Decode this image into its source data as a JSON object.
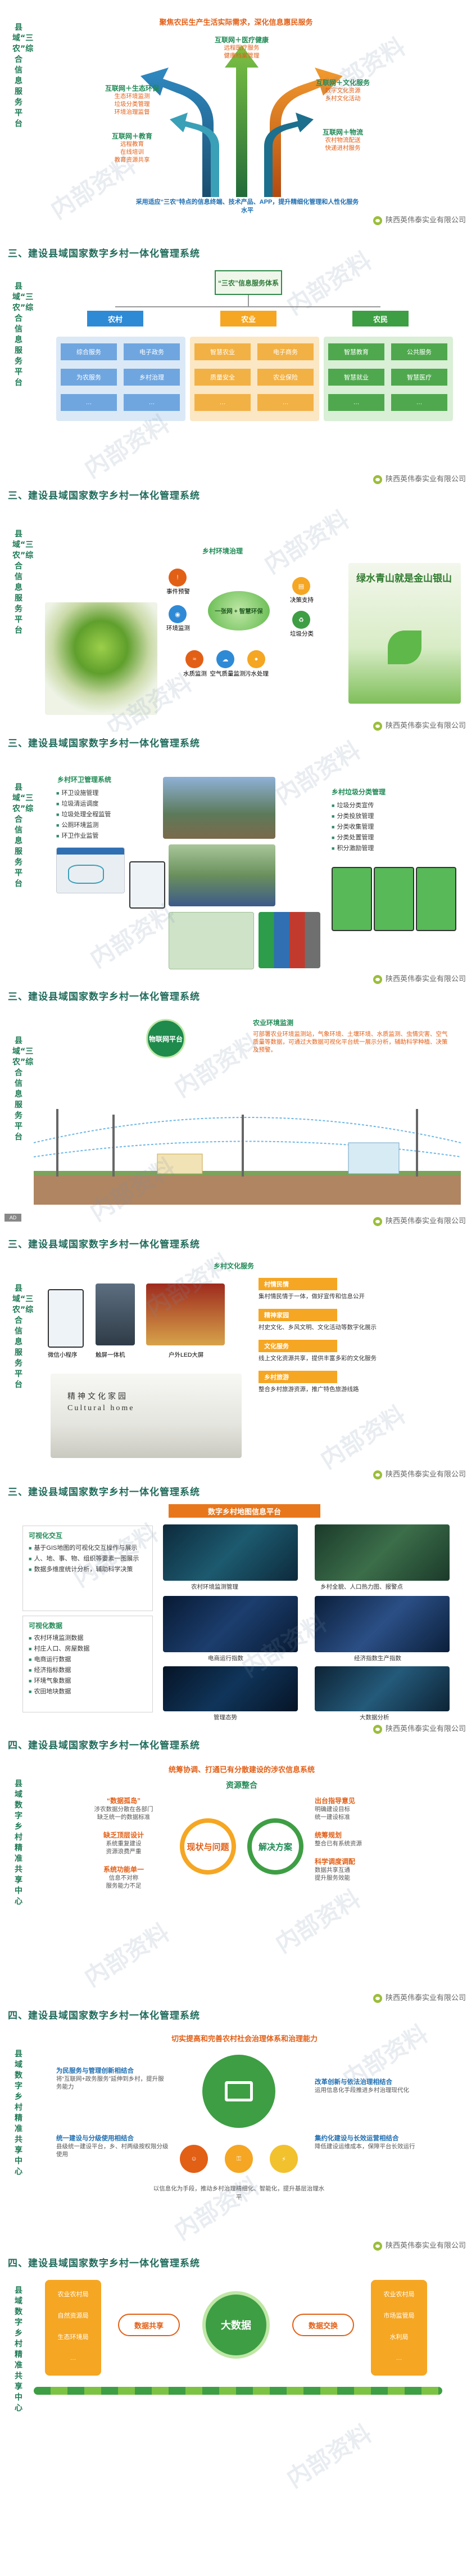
{
  "company": "陕西英伟泰实业有限公司",
  "watermark": "内部资料",
  "ad_badge": "AD",
  "vtitle_a": "县域“三农”综合信息服务平台",
  "vtitle_b": "县域数字乡村精准共享中心",
  "title_three": "三、建设县域国家数字乡村一体化管理系统",
  "title_four": "四、建设县域国家数字乡村一体化管理系统",
  "s1": {
    "headline": "聚焦农民生产生活实际需求，深化信息惠民服务",
    "left": [
      {
        "title": "互联网＋生态环保",
        "sub": [
          "生态环境监测",
          "垃圾分类管理",
          "环境治理监督"
        ]
      },
      {
        "title": "互联网＋教育",
        "sub": [
          "远程教育",
          "在线培训",
          "教育资源共享"
        ]
      }
    ],
    "top": {
      "title": "互联网＋医疗健康",
      "sub": [
        "远程医疗服务",
        "健康档案管理"
      ]
    },
    "right": [
      {
        "title": "互联网＋文化服务",
        "sub": [
          "数字文化资源",
          "乡村文化活动"
        ]
      },
      {
        "title": "互联网＋物流",
        "sub": [
          "农村物流配送",
          "快递进村服务"
        ]
      }
    ],
    "bottom": "采用适应“三农”特点的信息终端、技术产品、APP，提升精细化管理和人性化服务水平"
  },
  "s2": {
    "hub": "“三农”信息服务体系",
    "cats": [
      "农村",
      "农业",
      "农民"
    ],
    "rows": [
      [
        "综合服务",
        "电子政务",
        "智慧农业",
        "电子商务",
        "智慧教育",
        "公共服务"
      ],
      [
        "为农服务",
        "乡村治理",
        "质量安全",
        "农业保险",
        "智慧就业",
        "智慧医疗"
      ],
      [
        "…",
        "…",
        "…",
        "…",
        "…",
        "…"
      ]
    ]
  },
  "s3": {
    "label": "乡村环境治理",
    "hub": "一张网 + 智慧环保",
    "nodes": [
      "事件预警",
      "环境监测",
      "决策支持",
      "垃圾分类",
      "水质监测",
      "空气质量监测",
      "污水处理"
    ],
    "poster": "绿水青山就是金山银山"
  },
  "s4": {
    "left_title": "乡村环卫管理系统",
    "left_items": [
      "环卫设施管理",
      "垃圾清运调度",
      "垃圾处理全程监管",
      "公厕环境监测",
      "环卫作业监管"
    ],
    "right_title": "乡村垃圾分类管理",
    "right_items": [
      "垃圾分类宣传",
      "分类投放管理",
      "分类收集管理",
      "分类处置管理",
      "积分激励管理"
    ]
  },
  "s5": {
    "iot": "物联网平台",
    "label": "农业环境监测",
    "desc": "可部署农业环境监测站，气象环境、土壤环境、水质监测、虫情灾害、空气质量等数据，可通过大数据可视化平台统一展示分析，辅助科学种植、决策及预警。"
  },
  "s6": {
    "label": "乡村文化服务",
    "items": [
      "村情民情",
      "精神家园",
      "文化服务",
      "乡村旅游"
    ],
    "descs": [
      "集村情民情于一体，做好宣传和信息公开",
      "村史文化、乡风文明、文化活动等数字化展示",
      "线上文化资源共享，提供丰富多彩的文化服务",
      "整合乡村旅游资源，推广特色旅游线路"
    ],
    "screens": [
      "微信小程序",
      "触屏一体机",
      "户外LED大屏"
    ],
    "home": "精神文化家园",
    "home_en": "Cultural home"
  },
  "s7": {
    "panel": "数字乡村地图信息平台",
    "box1_title": "可视化交互",
    "box1_lines": [
      "基于GIS地图的可视化交互操作与展示",
      "人、地、事、物、组织等要素一图展示",
      "数据多维度统计分析，辅助科学决策"
    ],
    "box2_title": "可视化数据",
    "box2_items": [
      "农村环境监测数据",
      "村庄人口、房屋数据",
      "电商运行数据",
      "经济指标数据",
      "环境气象数据",
      "农田地块数据"
    ],
    "tiles": [
      "农村环境监测管理",
      "乡村全貌、人口热力图、报警点",
      "电商运行指数",
      "经济指数生产指数",
      "管理态势",
      "大数据分析"
    ]
  },
  "s8": {
    "headline": "统筹协调、打通已有分散建设的涉农信息系统",
    "sub": "资源整合",
    "left": [
      {
        "title": "“数据孤岛”",
        "lines": [
          "涉农数据分散在各部门",
          "缺乏统一的数据标准"
        ]
      },
      {
        "title": "缺乏顶层设计",
        "lines": [
          "系统重复建设",
          "资源浪费严重"
        ]
      },
      {
        "title": "系统功能单一",
        "lines": [
          "信息不对称",
          "服务能力不足"
        ]
      }
    ],
    "c1": "现状与问题",
    "c2": "解决方案",
    "right": [
      {
        "title": "出台指导意见",
        "lines": [
          "明确建设目标",
          "统一建设标准"
        ]
      },
      {
        "title": "统筹规划",
        "lines": [
          "整合已有系统资源"
        ]
      },
      {
        "title": "科学调度调配",
        "lines": [
          "数据共享互通",
          "提升服务效能"
        ]
      }
    ]
  },
  "s9": {
    "headline": "切实提高和完善农村社会治理体系和治理能力",
    "left": [
      {
        "title": "为民服务与管理创新相结合",
        "lines": [
          "将“互联网+政务服务”延伸到乡村，提升服务能力"
        ]
      },
      {
        "title": "统一建设与分级使用相结合",
        "lines": [
          "县级统一建设平台，乡、村两级按权限分级使用"
        ]
      }
    ],
    "right": [
      {
        "title": "改革创新与依法治理相结合",
        "lines": [
          "运用信息化手段推进乡村治理现代化"
        ]
      },
      {
        "title": "集约化建设与长效运营相结合",
        "lines": [
          "降低建设运维成本，保障平台长效运行"
        ]
      }
    ],
    "bottom": "以信息化为手段，推动乡村治理精细化、智能化，提升基层治理水平"
  },
  "s10": {
    "left": [
      "农业农村局",
      "自然资源局",
      "生态环境局",
      "…"
    ],
    "right": [
      "农业农村局",
      "市场监管局",
      "水利局",
      "…"
    ],
    "btn_left": "数据共享",
    "btn_right": "数据交换",
    "center": "大数据"
  }
}
